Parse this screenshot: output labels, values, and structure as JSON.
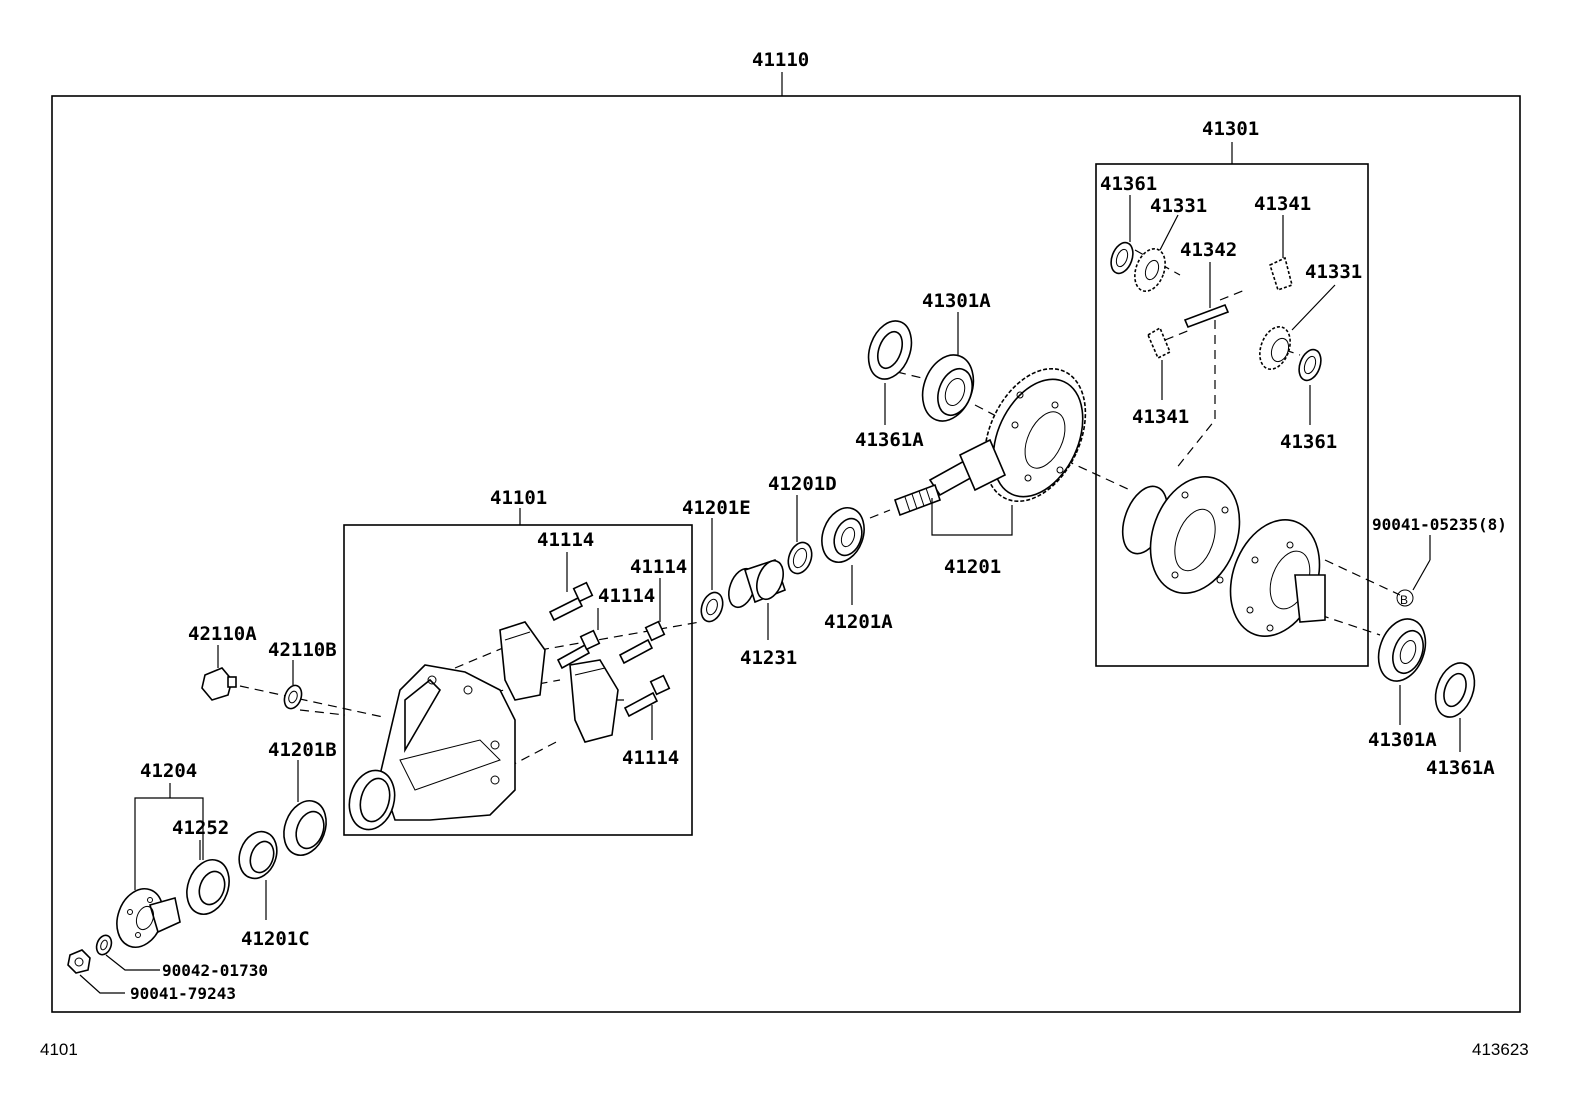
{
  "labels": {
    "l41110": "41110",
    "l41301": "41301",
    "l41361_a": "41361",
    "l41331_a": "41331",
    "l41341_a": "41341",
    "l41342": "41342",
    "l41331_b": "41331",
    "l41341_b": "41341",
    "l41361_b": "41361",
    "l41301A_a": "41301A",
    "l41361A_a": "41361A",
    "l41101": "41101",
    "l41201E": "41201E",
    "l41201D": "41201D",
    "l41201": "41201",
    "l41114_a": "41114",
    "l41114_b": "41114",
    "l41114_c": "41114",
    "l41114_d": "41114",
    "l41231": "41231",
    "l41201A": "41201A",
    "l90041_05235": "90041-05235(8)",
    "callout_b": "B",
    "l42110A": "42110A",
    "l42110B": "42110B",
    "l41204": "41204",
    "l41252": "41252",
    "l41201B": "41201B",
    "l41201C": "41201C",
    "l41301A_b": "41301A",
    "l41361A_b": "41361A",
    "l90042_01730": "90042-01730",
    "l90041_79243": "90041-79243"
  },
  "footer": {
    "left_ref": "4101",
    "right_ref": "413623"
  }
}
